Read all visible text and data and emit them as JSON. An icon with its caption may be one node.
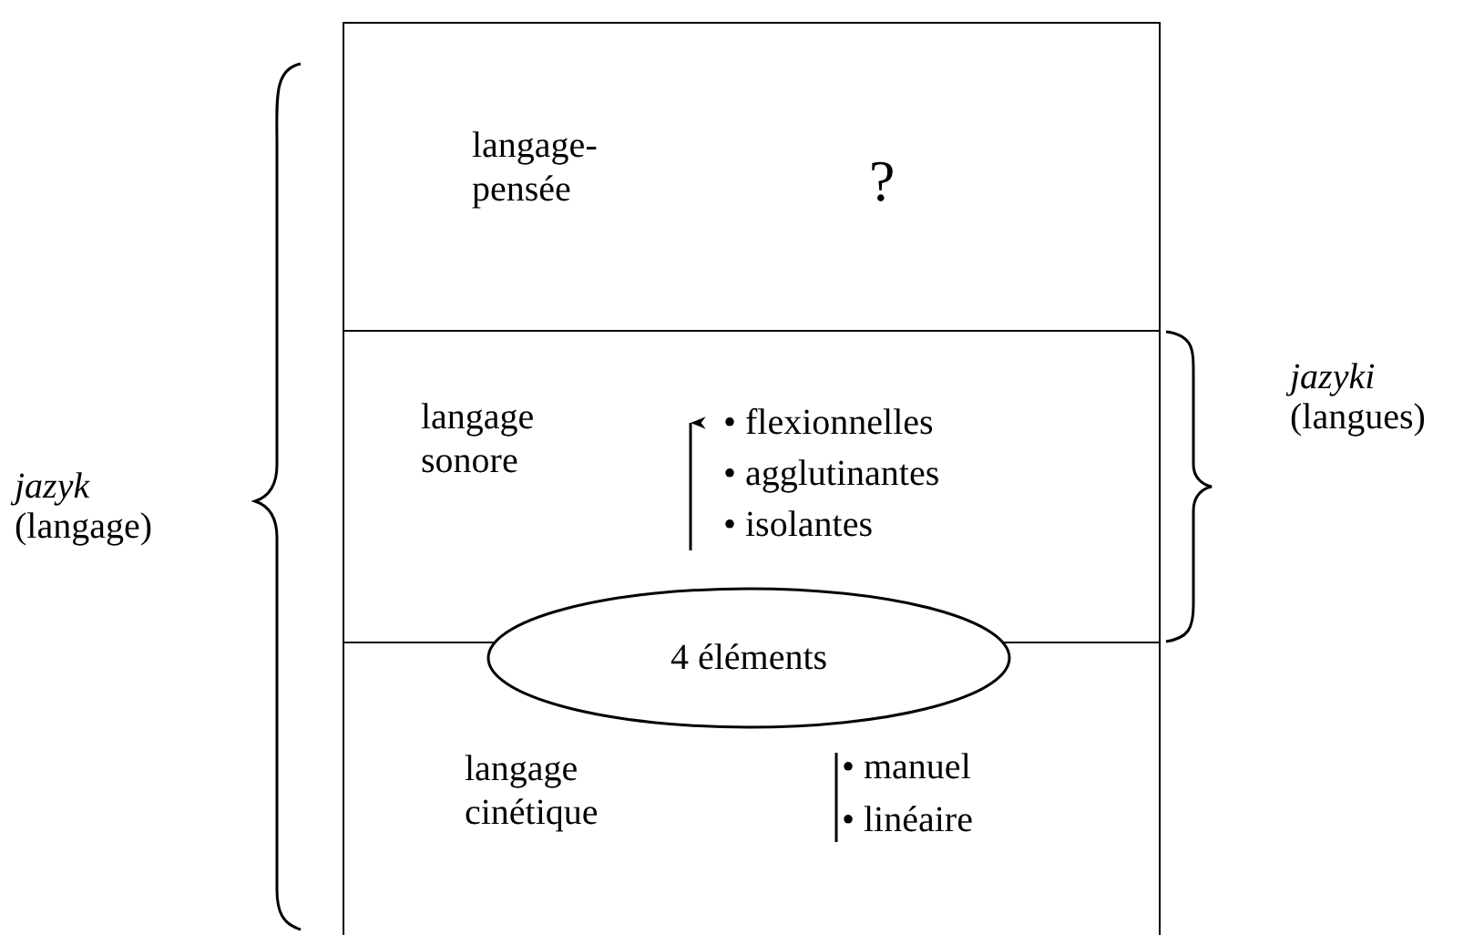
{
  "diagram": {
    "nodes": [
      {
        "text": [
          "langage-pensée",
          "?"
        ]
      },
      {
        "text": [
          "langage sonore",
          "• flexionnelles",
          "• agglutinantes",
          "• isolantes"
        ]
      },
      {
        "text": [
          "langage cinétique",
          "• manuel",
          "• linéaire"
        ]
      },
      {
        "text": [
          "4 éléments"
        ]
      }
    ],
    "labels": [
      "*jazyk* (langage)",
      "*jazyki* (langues)"
    ]
  }
}
